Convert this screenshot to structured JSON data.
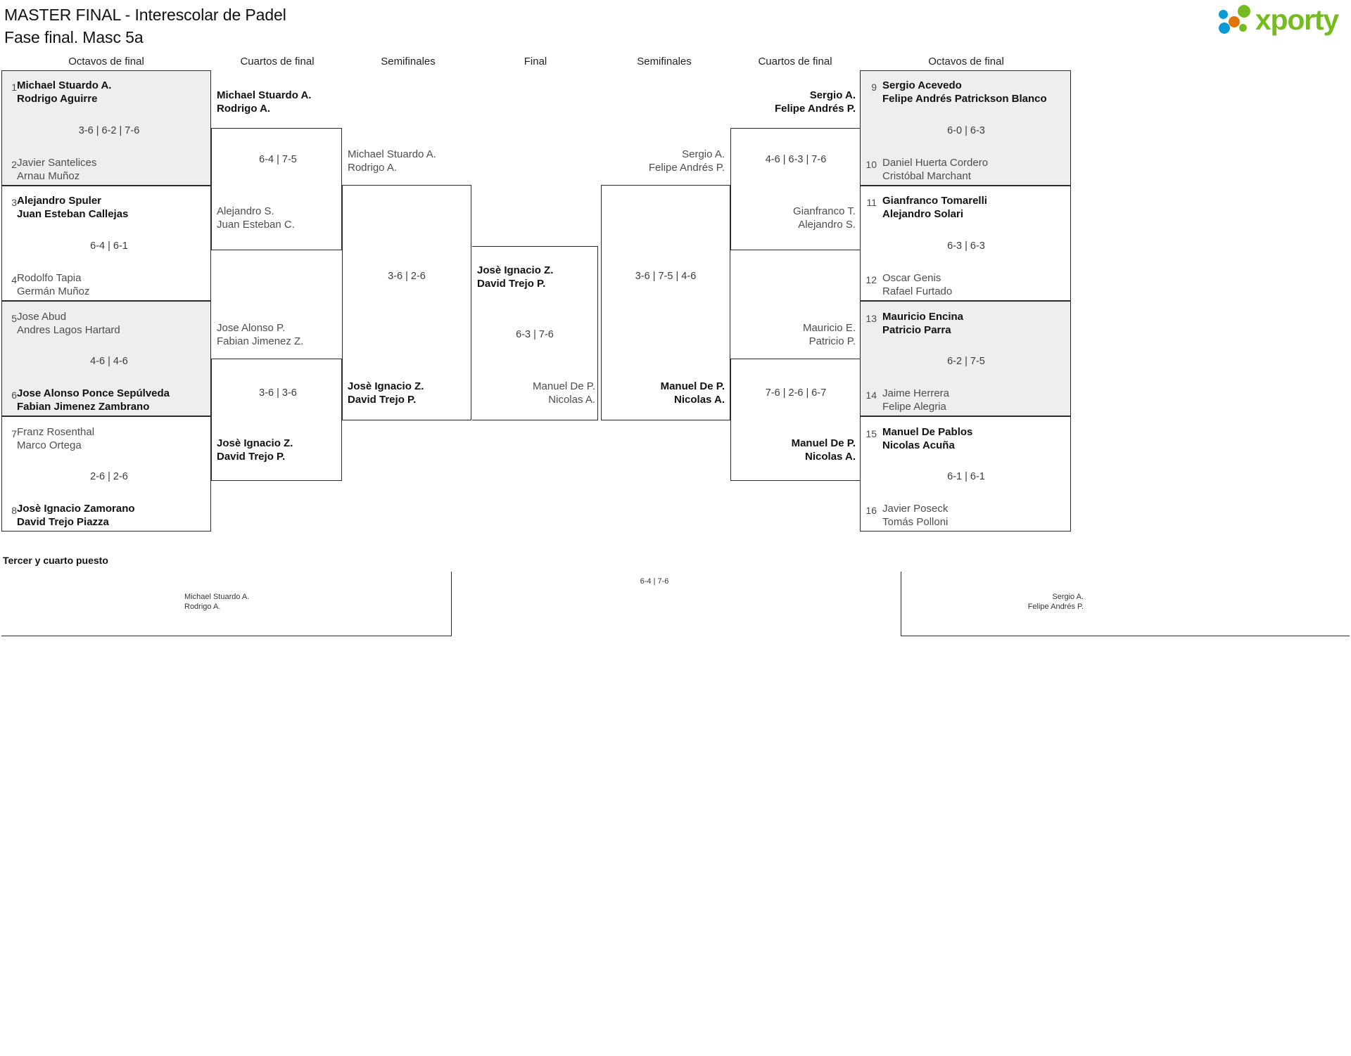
{
  "header": {
    "title_line1": "MASTER FINAL - Interescolar de Padel",
    "title_line2": "Fase final. Masc 5a",
    "logo_text": "xporty"
  },
  "round_headers": {
    "left_r16": "Octavos de final",
    "left_qf": "Cuartos de final",
    "left_sf": "Semifinales",
    "final": "Final",
    "right_sf": "Semifinales",
    "right_qf": "Cuartos de final",
    "right_r16": "Octavos de final"
  },
  "left_r16": [
    {
      "seed": "1",
      "p1": "Michael Stuardo A.",
      "p2": "Rodrigo Aguirre",
      "winner": true
    },
    {
      "seed": "2",
      "p1": "Javier Santelices",
      "p2": "Arnau Muñoz",
      "winner": false
    },
    {
      "seed": "3",
      "p1": "Alejandro Spuler",
      "p2": "Juan Esteban Callejas",
      "winner": true
    },
    {
      "seed": "4",
      "p1": "Rodolfo Tapia",
      "p2": "Germán Muñoz",
      "winner": false
    },
    {
      "seed": "5",
      "p1": "Jose Abud",
      "p2": "Andres Lagos Hartard",
      "winner": false
    },
    {
      "seed": "6",
      "p1": "Jose Alonso Ponce Sepúlveda",
      "p2": "Fabian Jimenez Zambrano",
      "winner": true
    },
    {
      "seed": "7",
      "p1": "Franz Rosenthal",
      "p2": "Marco Ortega",
      "winner": false
    },
    {
      "seed": "8",
      "p1": "Josè Ignacio Zamorano",
      "p2": "David Trejo Piazza",
      "winner": true
    }
  ],
  "left_r16_scores": [
    "3-6 | 6-2 | 7-6",
    "6-4 | 6-1",
    "4-6 | 4-6",
    "2-6 | 2-6"
  ],
  "left_qf": [
    {
      "p1": "Michael Stuardo A.",
      "p2": "Rodrigo A.",
      "winner": true
    },
    {
      "p1": "Alejandro S.",
      "p2": "Juan Esteban C.",
      "winner": false
    },
    {
      "p1": "Jose Alonso P.",
      "p2": "Fabian Jimenez Z.",
      "winner": false
    },
    {
      "p1": "Josè Ignacio Z.",
      "p2": "David Trejo P.",
      "winner": true
    }
  ],
  "left_qf_scores": [
    "6-4 | 7-5",
    "3-6 | 3-6"
  ],
  "left_sf": [
    {
      "p1": "Michael Stuardo A.",
      "p2": "Rodrigo A.",
      "winner": false
    },
    {
      "p1": "Josè Ignacio Z.",
      "p2": "David Trejo P.",
      "winner": true
    }
  ],
  "left_sf_score": "3-6 | 2-6",
  "final": {
    "top": {
      "p1": "Josè Ignacio Z.",
      "p2": "David Trejo P.",
      "winner": true
    },
    "bottom": {
      "p1": "Manuel De P.",
      "p2": "Nicolas A.",
      "winner": false
    },
    "score": "6-3 | 7-6"
  },
  "right_sf": [
    {
      "p1": "Sergio A.",
      "p2": "Felipe Andrés P.",
      "winner": false
    },
    {
      "p1": "Manuel De P.",
      "p2": "Nicolas A.",
      "winner": true
    }
  ],
  "right_sf_score": "3-6 | 7-5 | 4-6",
  "right_qf": [
    {
      "p1": "Sergio A.",
      "p2": "Felipe Andrés P.",
      "winner": true
    },
    {
      "p1": "Gianfranco T.",
      "p2": "Alejandro S.",
      "winner": false
    },
    {
      "p1": "Mauricio E.",
      "p2": "Patricio P.",
      "winner": false
    },
    {
      "p1": "Manuel De P.",
      "p2": "Nicolas A.",
      "winner": true
    }
  ],
  "right_qf_scores": [
    "4-6 | 6-3 | 7-6",
    "7-6 | 2-6 | 6-7"
  ],
  "right_r16": [
    {
      "seed": "9",
      "p1": "Sergio Acevedo",
      "p2": "Felipe Andrés Patrickson Blanco",
      "winner": true
    },
    {
      "seed": "10",
      "p1": "Daniel Huerta Cordero",
      "p2": "Cristóbal Marchant",
      "winner": false
    },
    {
      "seed": "11",
      "p1": "Gianfranco Tomarelli",
      "p2": "Alejandro Solari",
      "winner": true
    },
    {
      "seed": "12",
      "p1": "Oscar Genis",
      "p2": "Rafael Furtado",
      "winner": false
    },
    {
      "seed": "13",
      "p1": "Mauricio Encina",
      "p2": "Patricio Parra",
      "winner": true
    },
    {
      "seed": "14",
      "p1": "Jaime Herrera",
      "p2": "Felipe Alegria",
      "winner": false
    },
    {
      "seed": "15",
      "p1": "Manuel De Pablos",
      "p2": "Nicolas Acuña",
      "winner": true
    },
    {
      "seed": "16",
      "p1": "Javier Poseck",
      "p2": "Tomás Polloni",
      "winner": false
    }
  ],
  "right_r16_scores": [
    "6-0 | 6-3",
    "6-3 | 6-3",
    "6-2 | 7-5",
    "6-1 | 6-1"
  ],
  "third_place": {
    "label": "Tercer y cuarto puesto",
    "left": {
      "p1": "Michael Stuardo A.",
      "p2": "Rodrigo A."
    },
    "right": {
      "p1": "Sergio A.",
      "p2": "Felipe Andrés P."
    },
    "score": "6-4 | 7-6"
  }
}
